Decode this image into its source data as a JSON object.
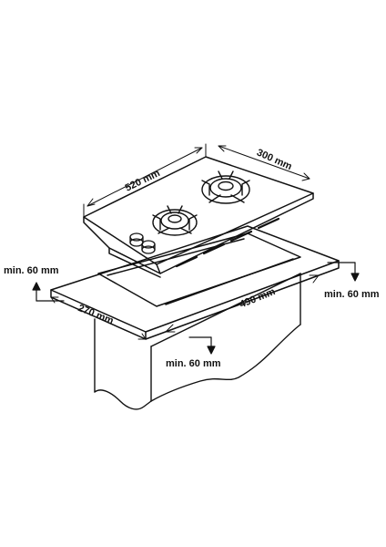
{
  "labels": {
    "top_width": "520 mm",
    "top_depth": "300 mm",
    "cutout_depth": "270 mm",
    "cutout_width": "490 mm",
    "clearance_left": "min. 60 mm",
    "clearance_right": "min. 60 mm",
    "clearance_front": "min. 60 mm"
  },
  "colors": {
    "line": "#111111",
    "background": "#ffffff"
  }
}
